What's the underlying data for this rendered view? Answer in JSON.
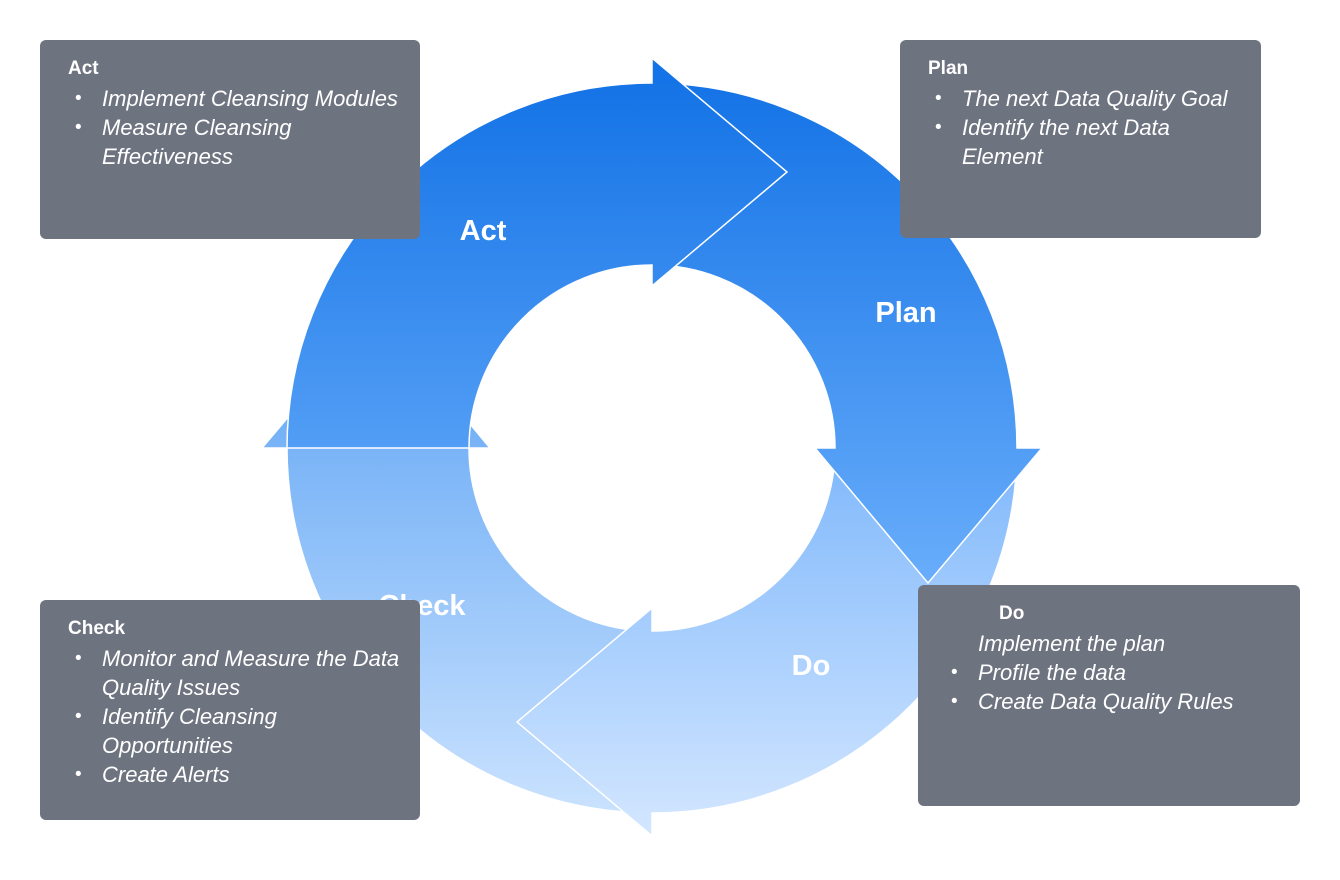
{
  "cycle": {
    "stages": [
      "Act",
      "Plan",
      "Do",
      "Check"
    ]
  },
  "boxes": {
    "act": {
      "title": "Act",
      "items": [
        "Implement Cleansing Modules",
        "Measure Cleansing Effectiveness"
      ]
    },
    "plan": {
      "title": "Plan",
      "items": [
        "The next Data Quality Goal",
        "Identify the next Data Element"
      ]
    },
    "check": {
      "title": "Check",
      "items": [
        "Monitor and Measure the Data Quality Issues",
        "Identify Cleansing Opportunities",
        "Create Alerts"
      ]
    },
    "do": {
      "title": "Do",
      "items": [
        "Implement the plan",
        "Profile the data",
        "Create Data Quality Rules"
      ]
    }
  },
  "colors": {
    "dark_blue": "#1473e6",
    "mid_blue": "#6aaefb",
    "light_blue": "#cfe5ff",
    "box_gray": "#6e7380"
  }
}
